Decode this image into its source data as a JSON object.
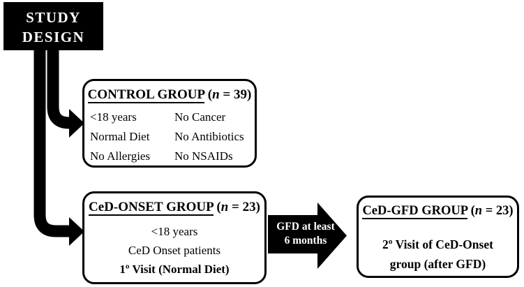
{
  "colors": {
    "ink": "#000000",
    "background": "#ffffff",
    "inverse_text": "#ffffff"
  },
  "study_design": {
    "line1": "STUDY",
    "line2": "DESIGN"
  },
  "control_group": {
    "title": "CONTROL GROUP",
    "count_open": " (",
    "count_n": "n",
    "count_rest": " = 39)",
    "criteria": {
      "left": [
        "<18 years",
        "Normal Diet",
        "No Allergies"
      ],
      "right": [
        "No Cancer",
        "No Antibiotics",
        "No NSAIDs"
      ]
    }
  },
  "ced_onset_group": {
    "title": "CeD-ONSET GROUP",
    "count_open": " (",
    "count_n": "n",
    "count_rest": " = 23)",
    "lines": [
      "<18 years",
      "CeD Onset patients"
    ],
    "bold_line": "1º Visit (Normal Diet)"
  },
  "gfd_arrow": {
    "line1": "GFD at least",
    "line2": "6 months"
  },
  "ced_gfd_group": {
    "title": "CeD-GFD GROUP",
    "count_open": " (",
    "count_n": "n",
    "count_rest": " = 23)",
    "lines": [
      "2º Visit of CeD-Onset",
      "group (after GFD)"
    ]
  }
}
